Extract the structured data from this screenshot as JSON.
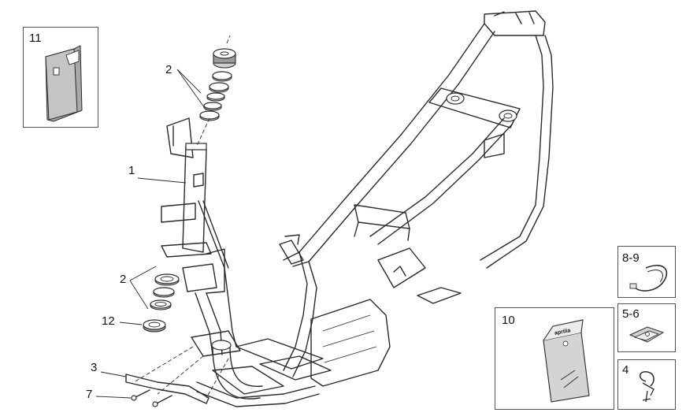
{
  "callouts": {
    "frame": "1",
    "bearings_upper": "2",
    "bearings_lower": "2",
    "plate": "3",
    "clip": "4",
    "nut_clip": "5-6",
    "screw": "7",
    "hose_clamp": "8-9",
    "pouch": "10",
    "document_holder": "11",
    "washer": "12"
  },
  "pouch_logo": "aprilia"
}
